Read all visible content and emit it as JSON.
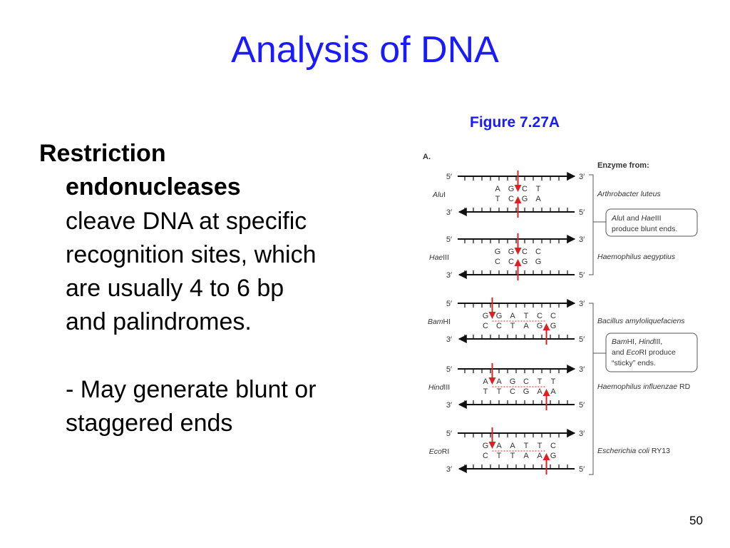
{
  "slide": {
    "title": "Analysis of DNA",
    "figure_caption": "Figure 7.27A",
    "page_number": "50",
    "body": {
      "term_line1": "Restriction",
      "term_line2": "endonucleases",
      "lines": [
        "cleave DNA at specific",
        "recognition sites, which",
        "are usually 4 to 6 bp",
        "and palindromes."
      ],
      "note_lines": [
        "- May generate blunt or",
        "staggered ends"
      ]
    }
  },
  "figure": {
    "panel_label": "A.",
    "header": "Enzyme from:",
    "strand_labels": {
      "five": "5′",
      "three": "3′"
    },
    "colors": {
      "arrow": "#e02020",
      "cut_line": "#e02020",
      "text": "#333333",
      "backbone": "#111111"
    },
    "enzymes": [
      {
        "name": "AluI",
        "name_italic": "Alu",
        "name_roman": "I",
        "top_seq": [
          "A",
          "G",
          "C",
          "T"
        ],
        "bottom_seq": [
          "T",
          "C",
          "G",
          "A"
        ],
        "source_italic": "Arthrobacter luteus",
        "source_roman": ""
      },
      {
        "name": "HaeIII",
        "name_italic": "Hae",
        "name_roman": "III",
        "top_seq": [
          "G",
          "G",
          "C",
          "C"
        ],
        "bottom_seq": [
          "C",
          "C",
          "G",
          "G"
        ],
        "source_italic": "Haemophilus aegyptius",
        "source_roman": ""
      },
      {
        "name": "BamHI",
        "name_italic": "Bam",
        "name_roman": "HI",
        "top_seq": [
          "G",
          "G",
          "A",
          "T",
          "C",
          "C"
        ],
        "bottom_seq": [
          "C",
          "C",
          "T",
          "A",
          "G",
          "G"
        ],
        "source_italic": "Bacillus amyloliquefaciens",
        "source_roman": ""
      },
      {
        "name": "HindIII",
        "name_italic": "Hind",
        "name_roman": "III",
        "top_seq": [
          "A",
          "A",
          "G",
          "C",
          "T",
          "T"
        ],
        "bottom_seq": [
          "T",
          "T",
          "C",
          "G",
          "A",
          "A"
        ],
        "source_italic": "Haemophilus influenzae",
        "source_roman": " RD"
      },
      {
        "name": "EcoRI",
        "name_italic": "Eco",
        "name_roman": "RI",
        "top_seq": [
          "G",
          "A",
          "A",
          "T",
          "T",
          "C"
        ],
        "bottom_seq": [
          "C",
          "T",
          "T",
          "A",
          "A",
          "G"
        ],
        "source_italic": "Escherichia coli",
        "source_roman": " RY13"
      }
    ],
    "blunt_box": {
      "enzyme1_italic": "Alu",
      "enzyme1_roman": "I",
      "and": " and ",
      "enzyme2_italic": "Hae",
      "enzyme2_roman": "III",
      "line2": "produce blunt ends."
    },
    "sticky_box": {
      "line1_a_italic": "Bam",
      "line1_a_roman": "HI, ",
      "line1_b_italic": "Hind",
      "line1_b_roman": "III,",
      "line2_prefix": "and ",
      "line2_italic": "Eco",
      "line2_roman": "RI produce",
      "line3": "“sticky” ends."
    }
  }
}
